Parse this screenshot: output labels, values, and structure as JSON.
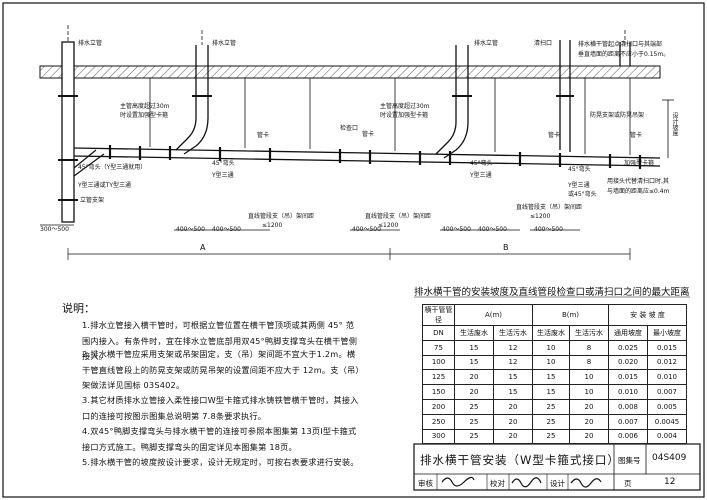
{
  "drawing": {
    "labels": {
      "drain_riser_1": "排水立管",
      "drain_riser_2": "排水立管",
      "drain_riser_3": "排水立管",
      "cleanout": "清扫口",
      "cleanout_note_1": "排水横干管起点清扫口与其端部",
      "cleanout_note_2": "垂直墙面的距离不应小于0.15m。",
      "main_long_pipe_1a": "主管高度超过30m",
      "main_long_pipe_1b": "时设置加强型卡箍",
      "main_long_pipe_2a": "主管高度超过30m",
      "main_long_pipe_2b": "时设置加强型卡箍",
      "clamp_1": "管卡",
      "clamp_2": "管卡",
      "clamp_3": "管卡",
      "clamp_4": "管卡",
      "inspection_opening": "检查口",
      "bend45_y_1": "45°弯头（Y型三通就用）",
      "y_tee_1": "Y型三通或TY型三通",
      "riser_support": "立管支架",
      "bend45_a": "45°弯头",
      "y_tee_a": "Y型三通",
      "bend45_b": "45°弯头",
      "y_tee_b": "Y型三通",
      "bend45_c": "45°弯头",
      "y_tee_c_1": "Y型三通",
      "y_tee_c_2": "或45°弯头",
      "anti_sway_bracket": "防晃支架或防晃吊架",
      "reinforced_clamp": "加强型卡箍",
      "inspection_note_1": "用接头代替清扫口时,其",
      "inspection_note_2": "与墙面的距离应≤0.4m",
      "design_slope": "设计坡度",
      "dim_300_500": "300～500",
      "dim_400_500_1": "400～500",
      "dim_400_500_2": "400～500",
      "dim_400_500_3": "400～500",
      "dim_400_500_4": "400～500",
      "dim_400_500_5": "400～500",
      "dim_400_500_6": "400～500",
      "span_note_1a": "直线管段支（吊）架间距",
      "span_note_1b": "≤1200",
      "span_note_2a": "直线管段支（吊）架间距",
      "span_note_2b": "≤1200",
      "span_note_3a": "直线管段支（吊）架间距",
      "span_note_3b": "≤1200",
      "section_a": "A",
      "section_b": "B"
    }
  },
  "notes": {
    "title": "说明：",
    "items": [
      "1.排水立管接入横干管时，可根据立管位置在横干管顶项或其两侧 45°  范围内接入。有条件时，宜在排水立管底部用双45°鸭脚支撑弯头在横干管侧接入。",
      "2.排水横干管应采用支架或吊架固定，支（吊）架间距不宜大于1.2m。横干管直线管段上的防晃支架或防晃吊架的设置间距不应大于  12m。支（吊）架做法详见国标 03S402。",
      "3.其它材质排水立管接入柔性接口W型卡箍式排水铸铁管横干管时，其接入口的连接可按图示图集总说明第 7.8条要求执行。",
      "4.双45°鸭脚支撑弯头与排水横干管的连接可参照本图集第  13页I型卡箍式接口方式施工。鸭脚支撑弯头的固定详见本图集第 18页。",
      "5.排水横干管的坡度按设计要求，设计无规定时，可按右表要求进行安装。"
    ]
  },
  "table": {
    "title": "排水横干管的安装坡度及直线管段检查口或清扫口之间的最大距离",
    "header_top": [
      "横干管管径",
      "A(m)",
      "B(m)",
      "安 装 坡 度"
    ],
    "header_sub": [
      "DN",
      "生活废水",
      "生活污水",
      "生活废水",
      "生活污水",
      "通用坡度",
      "最小坡度"
    ],
    "rows": [
      [
        "75",
        "15",
        "12",
        "10",
        "8",
        "0.025",
        "0.015"
      ],
      [
        "100",
        "15",
        "12",
        "10",
        "8",
        "0.020",
        "0.012"
      ],
      [
        "125",
        "20",
        "15",
        "15",
        "10",
        "0.015",
        "0.010"
      ],
      [
        "150",
        "20",
        "15",
        "15",
        "10",
        "0.010",
        "0.007"
      ],
      [
        "200",
        "25",
        "20",
        "25",
        "20",
        "0.008",
        "0.005"
      ],
      [
        "250",
        "25",
        "20",
        "25",
        "20",
        "0.007",
        "0.0045"
      ],
      [
        "300",
        "25",
        "20",
        "25",
        "20",
        "0.006",
        "0.004"
      ]
    ]
  },
  "title_block": {
    "title": "排水横干管安装（W型卡箍式接口）",
    "atlas_label": "图集号",
    "atlas_no": "04S409",
    "review_label": "审核",
    "check_label": "校对",
    "design_label": "设计",
    "page_label": "页",
    "page_no": "12"
  }
}
